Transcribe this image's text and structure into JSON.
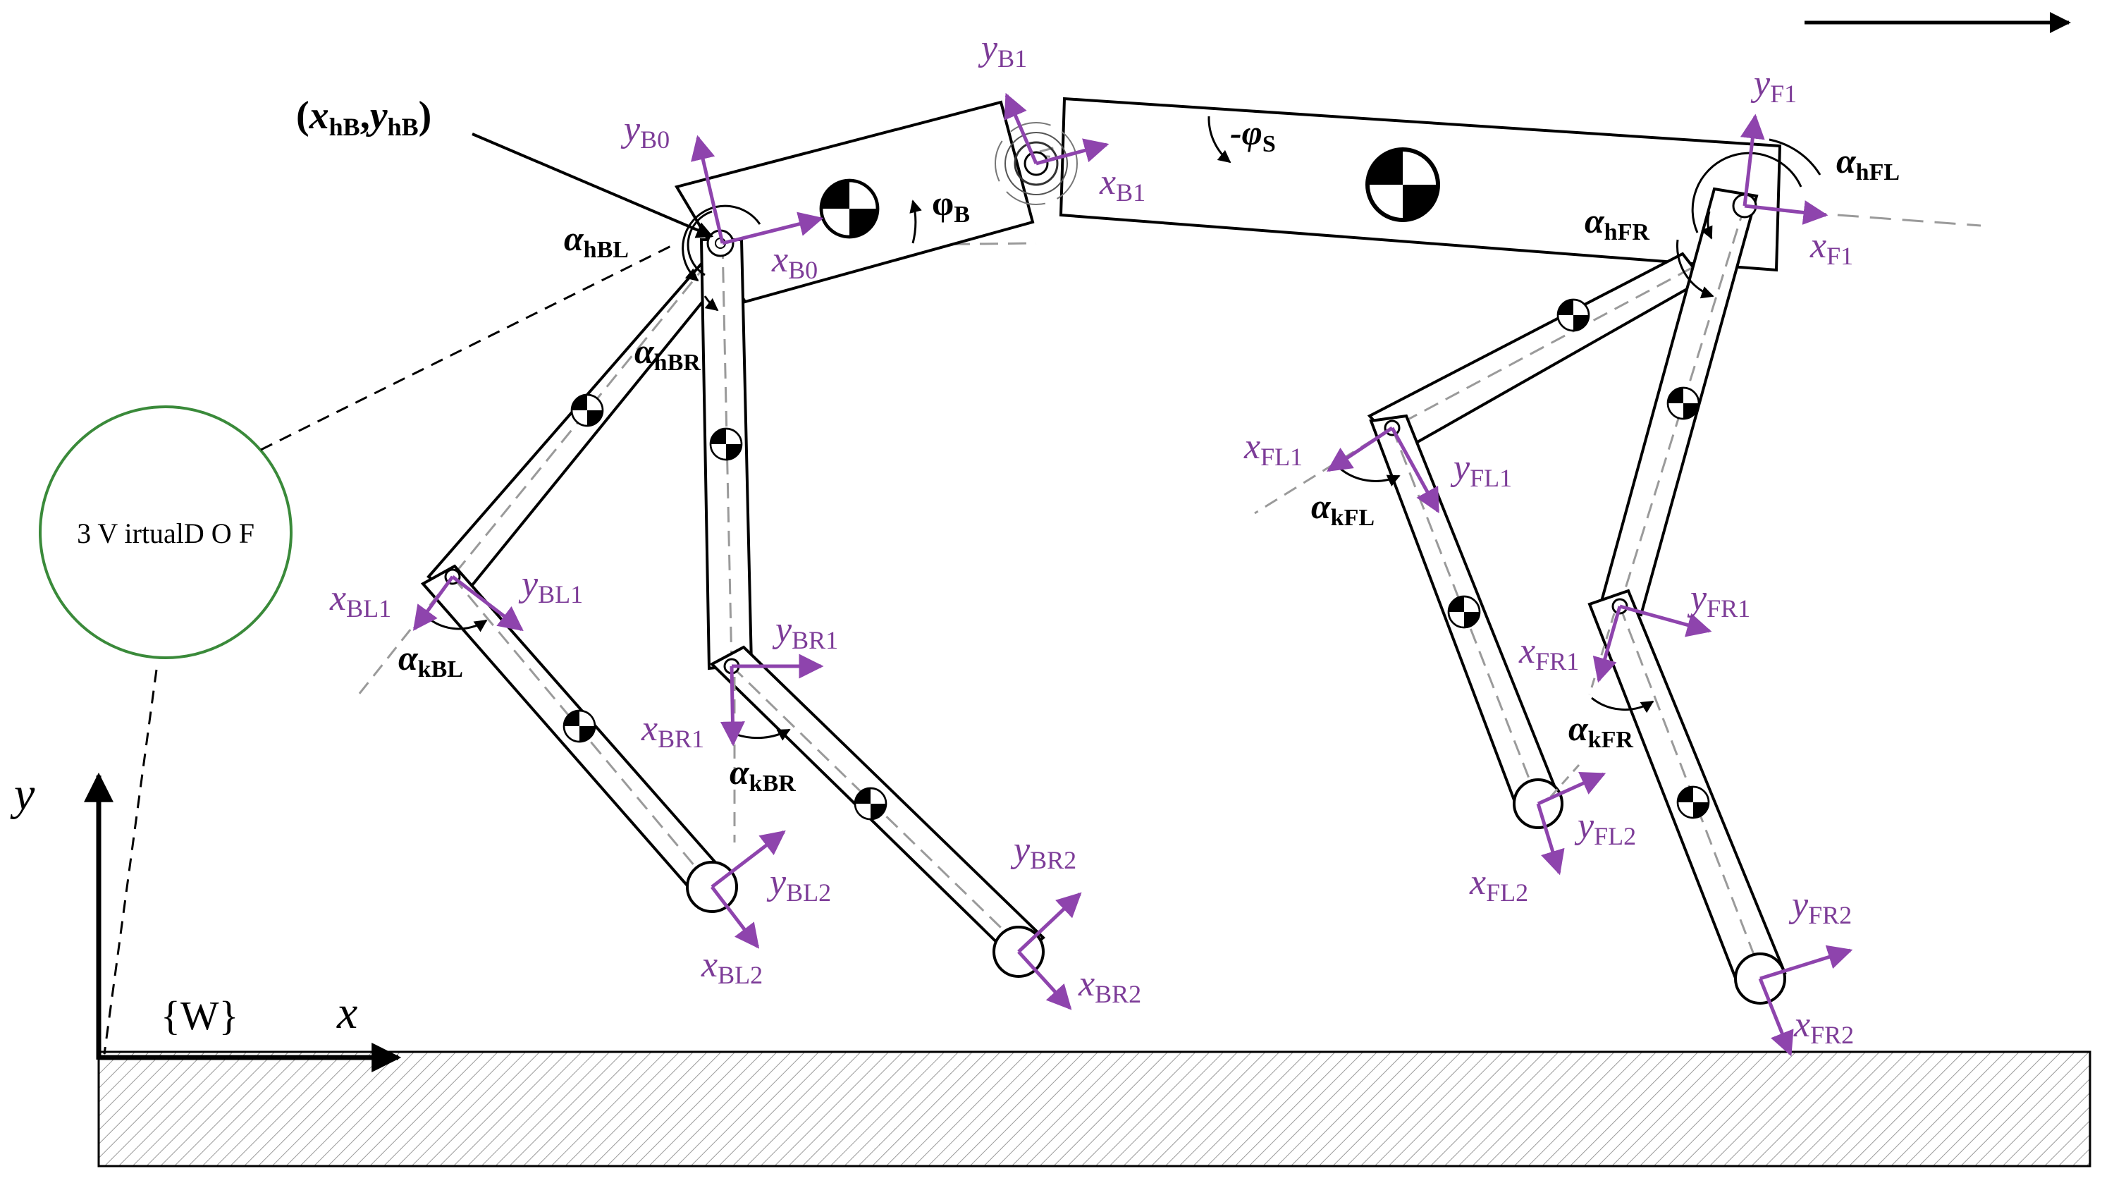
{
  "colors": {
    "frame_vector": "#8e44ad",
    "frame_label": "#7d3c98",
    "link_outline": "#000000",
    "centerline": "#9a9a9a",
    "circle": "#3a8a3a",
    "ground_hatch": "#9a9a9a"
  },
  "world": {
    "frame": "{W}",
    "x_axis": "x",
    "y_axis": "y"
  },
  "virtual_dof": "3 V irtualD O F",
  "hip_point": {
    "open": "(",
    "x": "x",
    "x_sub": "hB",
    "comma": ",",
    "y": "y",
    "y_sub": "hB",
    "close": ")"
  },
  "frames": {
    "B0": {
      "x": "x",
      "x_sub": "B0",
      "y": "y",
      "y_sub": "B0"
    },
    "B1": {
      "x": "x",
      "x_sub": "B1",
      "y": "y",
      "y_sub": "B1"
    },
    "F1": {
      "x": "x",
      "x_sub": "F1",
      "y": "y",
      "y_sub": "F1"
    },
    "BL1": {
      "x": "x",
      "x_sub": "BL1",
      "y": "y",
      "y_sub": "BL1"
    },
    "BL2": {
      "x": "x",
      "x_sub": "BL2",
      "y": "y",
      "y_sub": "BL2"
    },
    "BR1": {
      "x": "x",
      "x_sub": "BR1",
      "y": "y",
      "y_sub": "BR1"
    },
    "BR2": {
      "x": "x",
      "x_sub": "BR2",
      "y": "y",
      "y_sub": "BR2"
    },
    "FL1": {
      "x": "x",
      "x_sub": "FL1",
      "y": "y",
      "y_sub": "FL1"
    },
    "FL2": {
      "x": "x",
      "x_sub": "FL2",
      "y": "y",
      "y_sub": "FL2"
    },
    "FR1": {
      "x": "x",
      "x_sub": "FR1",
      "y": "y",
      "y_sub": "FR1"
    },
    "FR2": {
      "x": "x",
      "x_sub": "FR2",
      "y": "y",
      "y_sub": "FR2"
    }
  },
  "angles": {
    "hBL": {
      "sym": "α",
      "sub": "hBL"
    },
    "hBR": {
      "sym": "α",
      "sub": "hBR"
    },
    "hFL": {
      "sym": "α",
      "sub": "hFL"
    },
    "hFR": {
      "sym": "α",
      "sub": "hFR"
    },
    "kBL": {
      "sym": "α",
      "sub": "kBL"
    },
    "kBR": {
      "sym": "α",
      "sub": "kBR"
    },
    "kFL": {
      "sym": "α",
      "sub": "kFL"
    },
    "kFR": {
      "sym": "α",
      "sub": "kFR"
    },
    "phiB": {
      "sym": "φ",
      "sub": "B"
    },
    "phiS": {
      "sym": "-φ",
      "sub": "S"
    }
  }
}
